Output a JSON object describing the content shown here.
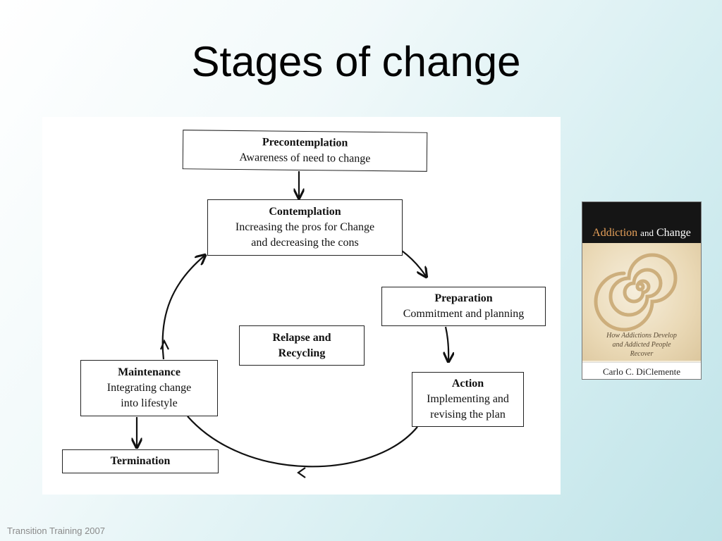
{
  "slide": {
    "title": "Stages of change",
    "footer": "Transition Training 2007"
  },
  "diagram": {
    "stages": {
      "precontemplation": {
        "name": "Precontemplation",
        "desc_lines": [
          "Awareness of need to change"
        ]
      },
      "contemplation": {
        "name": "Contemplation",
        "desc_lines": [
          "Increasing the pros for Change",
          "and decreasing the cons"
        ]
      },
      "preparation": {
        "name": "Preparation",
        "desc_lines": [
          "Commitment and planning"
        ]
      },
      "action": {
        "name": "Action",
        "desc_lines": [
          "Implementing and",
          "revising the plan"
        ]
      },
      "maintenance": {
        "name": "Maintenance",
        "desc_lines": [
          "Integrating change",
          "into lifestyle"
        ]
      },
      "termination": {
        "name": "Termination",
        "desc_lines": []
      },
      "relapse": {
        "name_lines": [
          "Relapse and",
          "Recycling"
        ]
      }
    }
  },
  "book": {
    "title_part1": "Addiction",
    "title_part2": "and",
    "title_part3": "Change",
    "subtitle_lines": [
      "How Addictions Develop",
      "and Addicted People",
      "Recover"
    ],
    "author": "Carlo C. DiClemente",
    "colors": {
      "top_band": "#151515",
      "title_accent": "#e6a05a",
      "cover": "#f3ebd9"
    }
  }
}
